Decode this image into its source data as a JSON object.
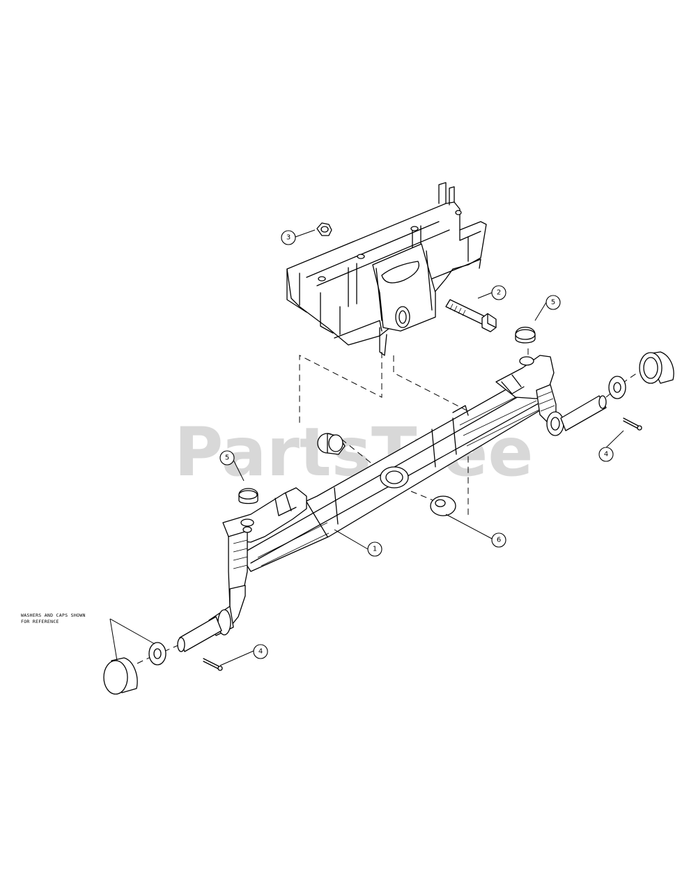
{
  "watermark": {
    "text_part1": "Parts",
    "text_part2": "Tree",
    "tm": "™"
  },
  "note": {
    "line1": "WASHERS AND CAPS SHOWN",
    "line2": "FOR REFERENCE"
  },
  "callouts": [
    {
      "id": "c1",
      "label": "1"
    },
    {
      "id": "c2",
      "label": "2"
    },
    {
      "id": "c3",
      "label": "3"
    },
    {
      "id": "c4a",
      "label": "4"
    },
    {
      "id": "c4b",
      "label": "4"
    },
    {
      "id": "c5a",
      "label": "5"
    },
    {
      "id": "c5b",
      "label": "5"
    },
    {
      "id": "c6",
      "label": "6"
    }
  ]
}
